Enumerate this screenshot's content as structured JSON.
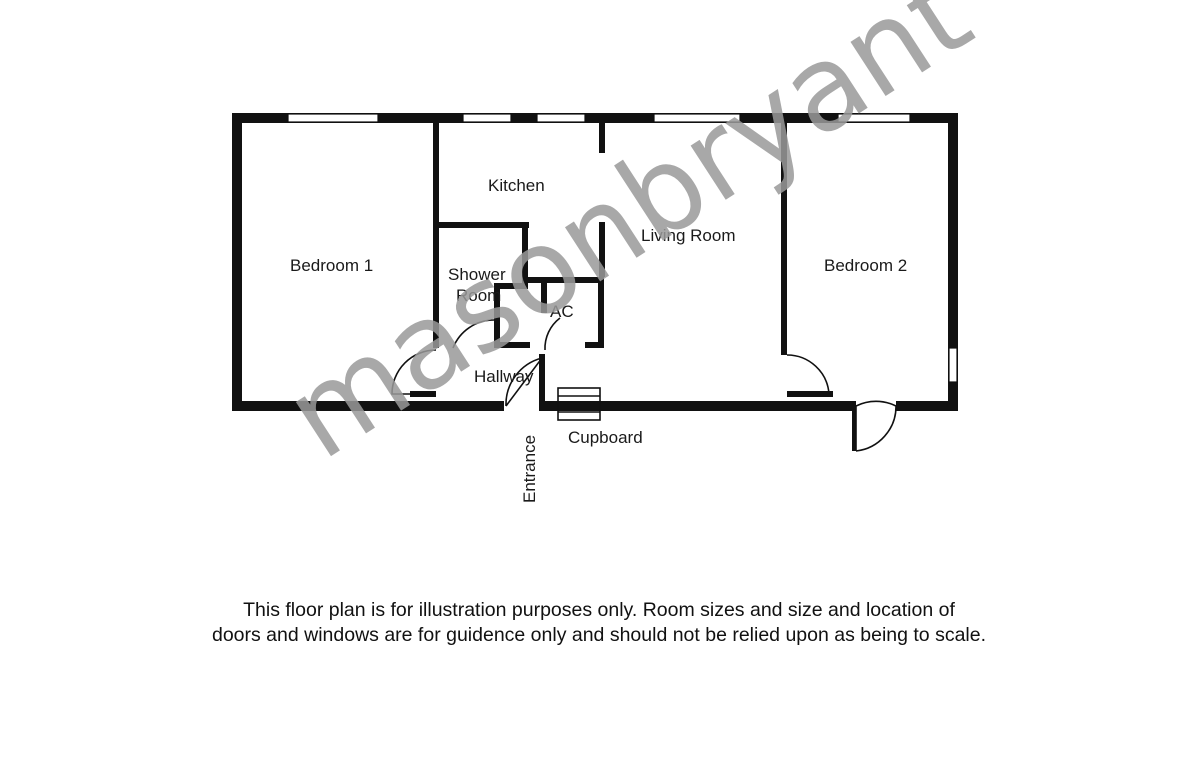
{
  "rooms": {
    "bedroom1": "Bedroom 1",
    "kitchen": "Kitchen",
    "shower_line1": "Shower",
    "shower_line2": "Room",
    "ac": "AC",
    "living": "Living Room",
    "bedroom2": "Bedroom 2",
    "hallway": "Hallway",
    "cupboard": "Cupboard",
    "entrance": "Entrance"
  },
  "watermark": "masonbryant",
  "disclaimer": {
    "line1": "This floor plan is for illustration purposes only. Room sizes and size and location of",
    "line2": "doors and windows are for guidence only and should not be relied upon as being to scale."
  }
}
